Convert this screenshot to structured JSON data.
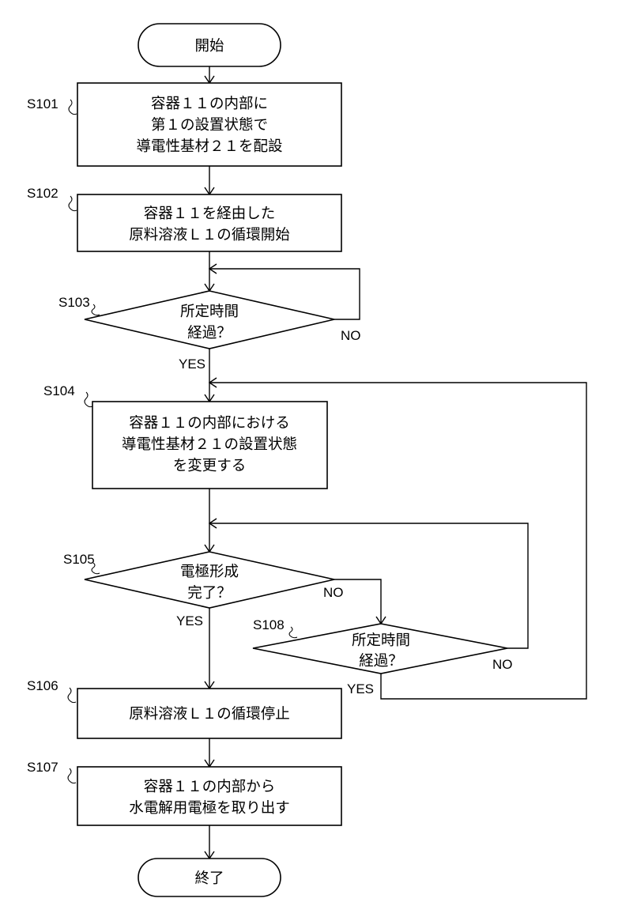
{
  "flowchart": {
    "start": {
      "label": "開始"
    },
    "end": {
      "label": "終了"
    },
    "steps": [
      {
        "id": "S101",
        "lines": [
          "容器１１の内部に",
          "第１の設置状態で",
          "導電性基材２１を配設"
        ]
      },
      {
        "id": "S102",
        "lines": [
          "容器１１を経由した",
          "原料溶液Ｌ１の循環開始"
        ]
      },
      {
        "id": "S103",
        "lines": [
          "所定時間",
          "経過？"
        ],
        "yes": "YES",
        "no": "NO"
      },
      {
        "id": "S104",
        "lines": [
          "容器１１の内部における",
          "導電性基材２１の設置状態",
          "を変更する"
        ]
      },
      {
        "id": "S105",
        "lines": [
          "電極形成",
          "完了？"
        ],
        "yes": "YES",
        "no": "NO"
      },
      {
        "id": "S108",
        "lines": [
          "所定時間",
          "経過？"
        ],
        "yes": "YES",
        "no": "NO"
      },
      {
        "id": "S106",
        "lines": [
          "原料溶液Ｌ１の循環停止"
        ]
      },
      {
        "id": "S107",
        "lines": [
          "容器１１の内部から",
          "水電解用電極を取り出す"
        ]
      }
    ]
  }
}
